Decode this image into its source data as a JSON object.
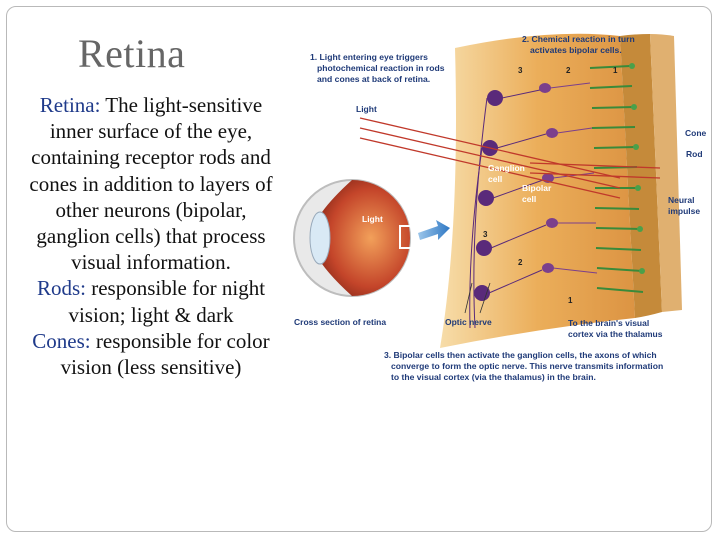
{
  "slide": {
    "title": "Retina",
    "definitions": [
      {
        "term": "Retina:",
        "text": " The light-sensitive inner surface of the eye, containing receptor rods and cones in addition to layers of other neurons (bipolar, ganglion cells) that process visual information."
      },
      {
        "term": "Rods:",
        "text": " responsible for night vision; light & dark"
      },
      {
        "term": "Cones:",
        "text": " responsible for color vision (less sensitive)"
      }
    ]
  },
  "figure": {
    "caption_1": [
      "1. Light entering eye triggers",
      "photochemical reaction in rods",
      "and cones at back of retina."
    ],
    "caption_2": [
      "2. Chemical reaction in turn",
      "activates bipolar cells."
    ],
    "caption_3": [
      "3. Bipolar cells then activate the ganglion cells, the axons of which",
      "converge to form the optic nerve. This nerve transmits information",
      "to the visual cortex (via the thalamus) in the brain."
    ],
    "label_light": "Light",
    "label_light_eye": "Light",
    "label_cone": "Cone",
    "label_rod": "Rod",
    "label_neural": [
      "Neural",
      "impulse"
    ],
    "label_ganglion": [
      "Ganglion",
      "cell"
    ],
    "label_bipolar": [
      "Bipolar",
      "cell"
    ],
    "label_cross_section": "Cross section of retina",
    "label_optic_nerve": "Optic nerve",
    "label_brain": [
      "To the brain's visual",
      "cortex via the thalamus"
    ],
    "numbers_top": [
      "3",
      "2",
      "1"
    ],
    "numbers_layer": [
      "3",
      "2",
      "1"
    ],
    "colors": {
      "tissue": "#e8a24a",
      "neuron": "#7b3f8c",
      "cone": "#3a8a3a",
      "text": "#1f3a78"
    }
  }
}
